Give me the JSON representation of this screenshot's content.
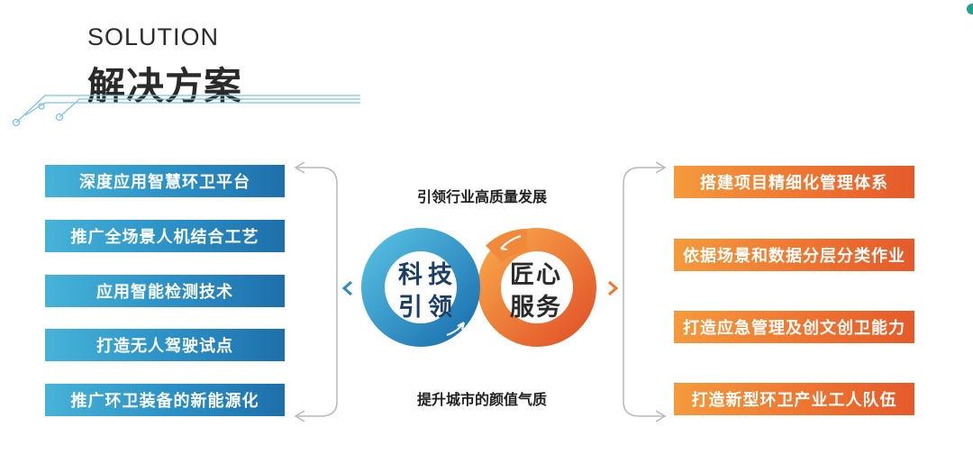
{
  "header": {
    "title_en": "SOLUTION",
    "title_zh": "解决方案"
  },
  "left_items": [
    "深度应用智慧环卫平台",
    "推广全场景人机结合工艺",
    "应用智能检测技术",
    "打造无人驾驶试点",
    "推广环卫装备的新能源化"
  ],
  "right_items": [
    "搭建项目精细化管理体系",
    "依据场景和数据分层分类作业",
    "打造应急管理及创文创卫能力",
    "打造新型环卫产业工人队伍"
  ],
  "center": {
    "top_text": "引领行业高质量发展",
    "bottom_text": "提升城市的颜值气质",
    "blue_ring_label": "科技引领",
    "orange_ring_label": "匠心服务"
  },
  "colors": {
    "blue": "#2a8fc5",
    "orange": "#ee7530",
    "accent_dot": "#1fa38a"
  }
}
